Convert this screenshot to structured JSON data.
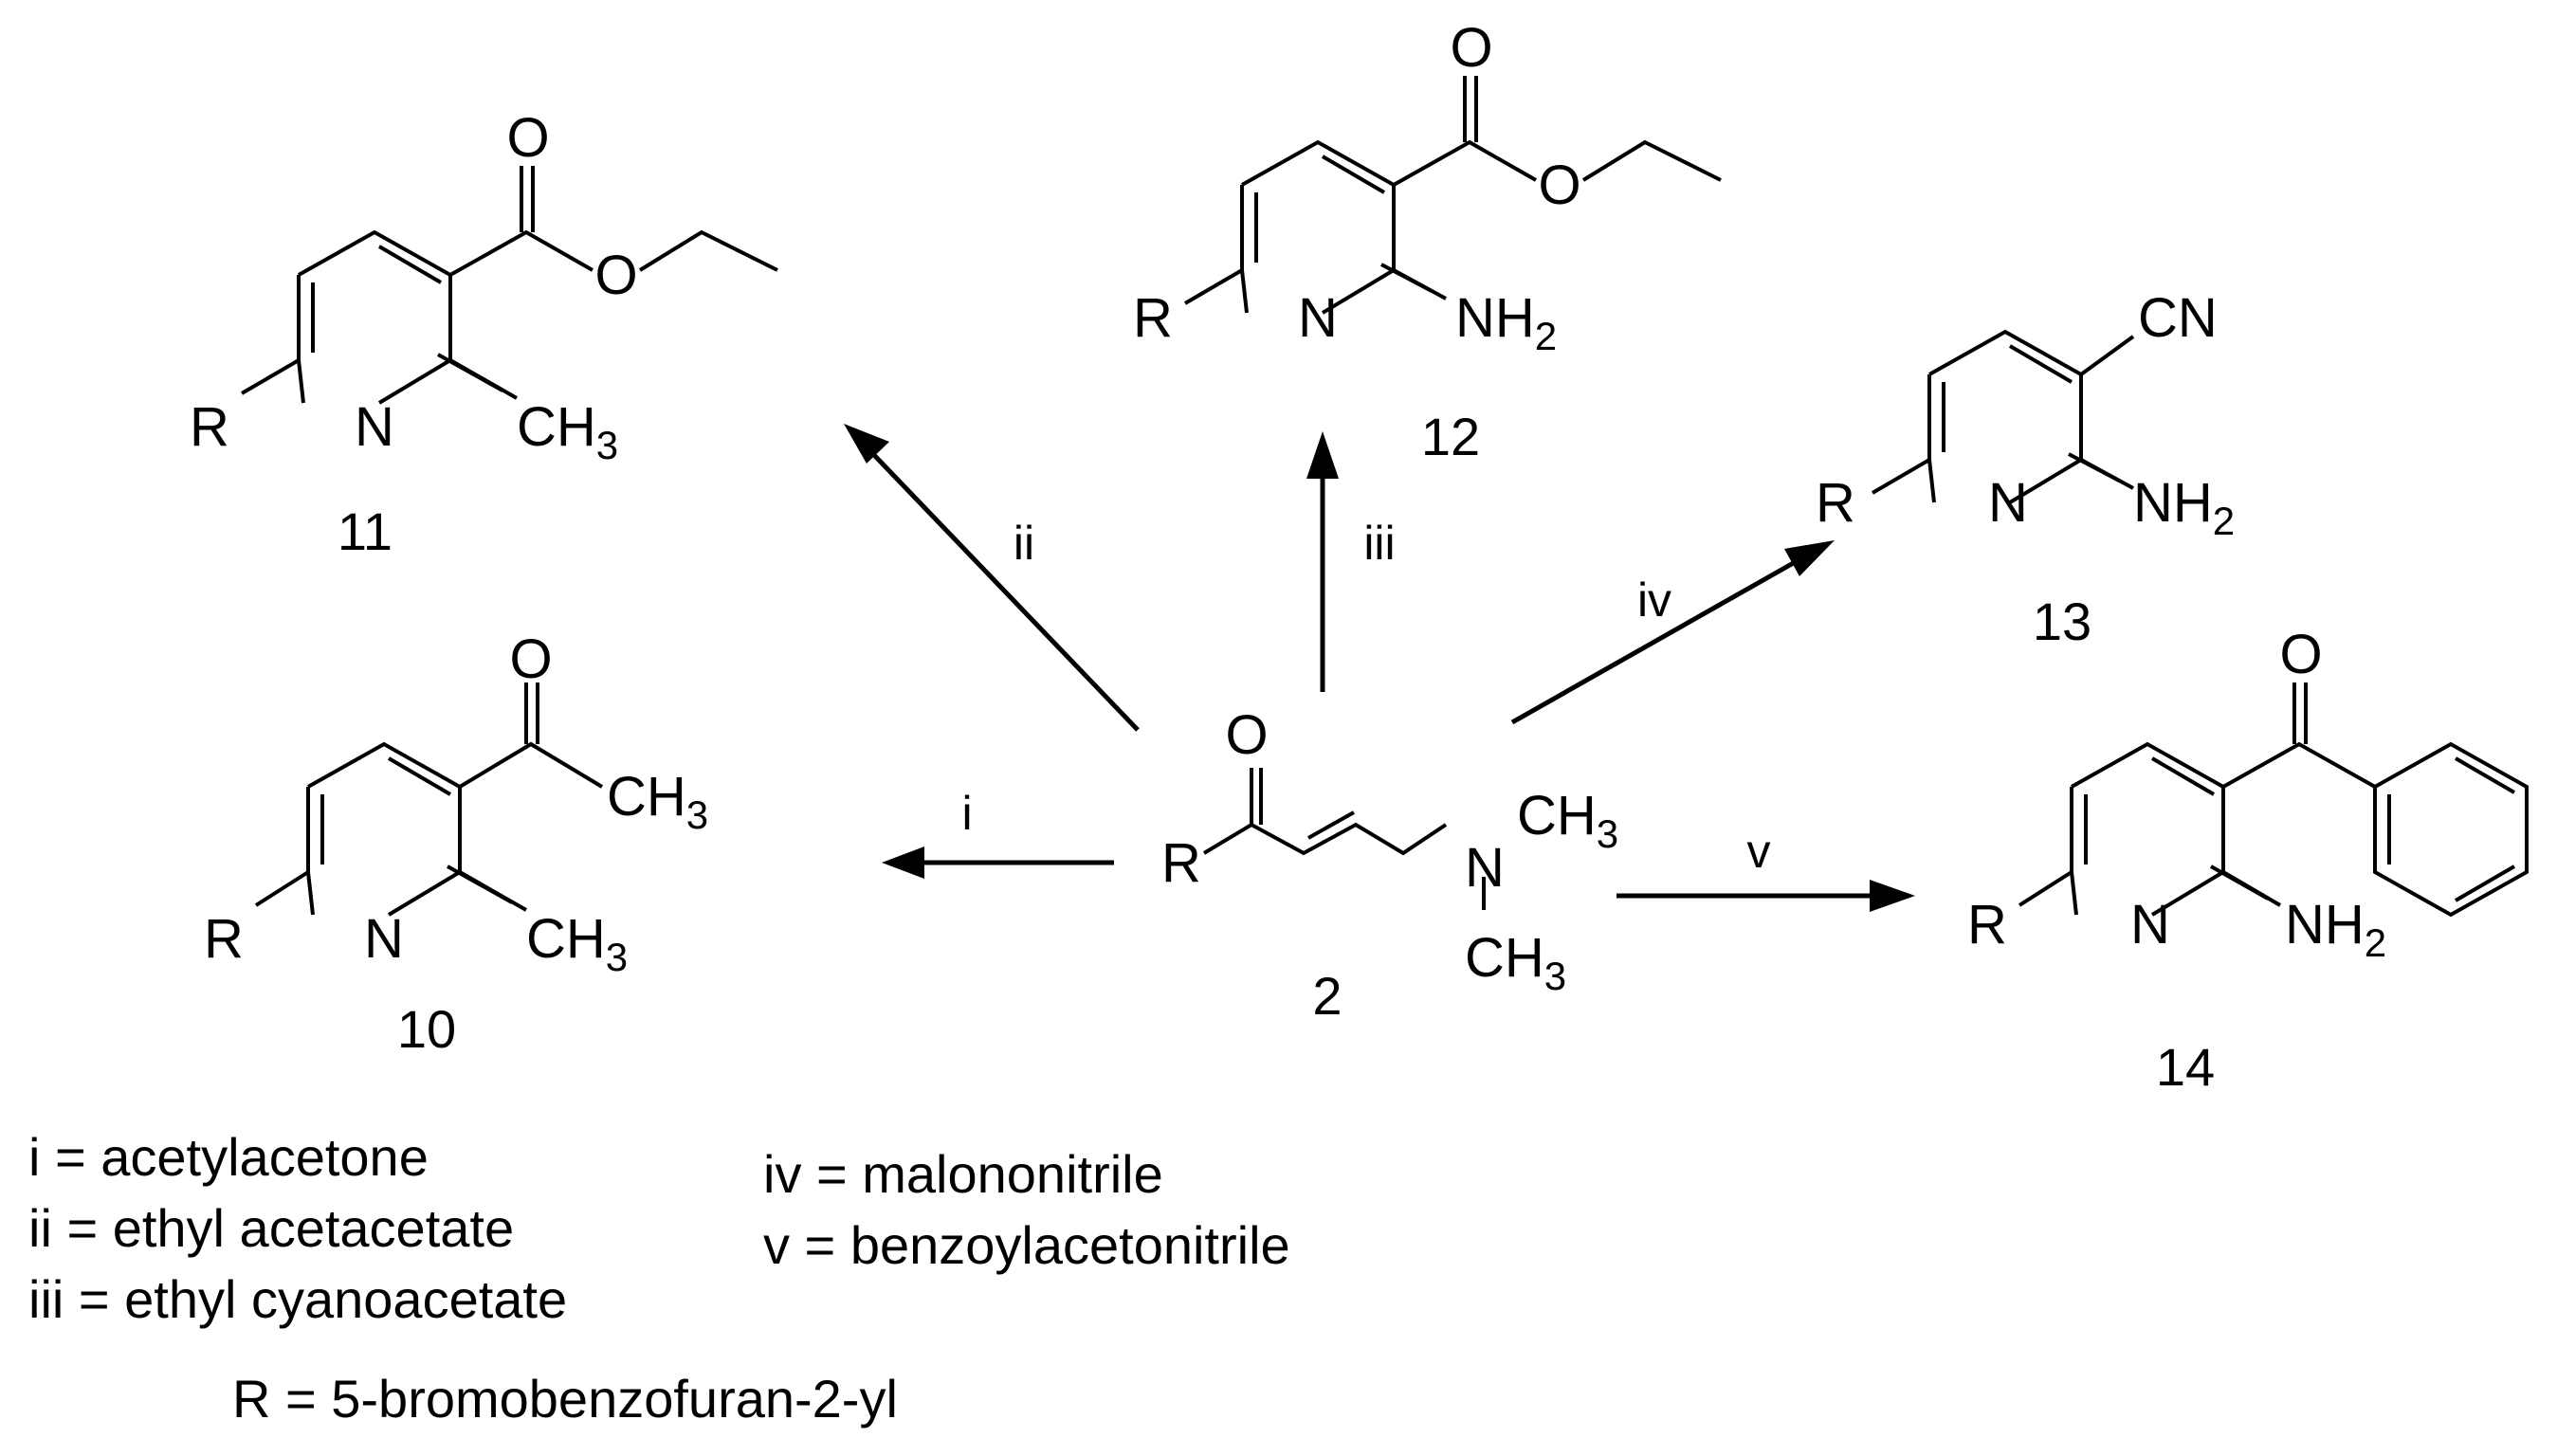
{
  "compounds": {
    "c2": {
      "label": "2",
      "R": "R",
      "O": "O",
      "N": "N",
      "CH": "CH",
      "sub3": "3"
    },
    "c10": {
      "label": "10",
      "R": "R",
      "N": "N",
      "O": "O",
      "CH": "CH",
      "sub3": "3"
    },
    "c11": {
      "label": "11",
      "R": "R",
      "N": "N",
      "O": "O",
      "CH": "CH",
      "sub3": "3"
    },
    "c12": {
      "label": "12",
      "R": "R",
      "N": "N",
      "O": "O",
      "NH": "NH",
      "sub2": "2"
    },
    "c13": {
      "label": "13",
      "R": "R",
      "N": "N",
      "CN": "CN",
      "NH": "NH",
      "sub2": "2"
    },
    "c14": {
      "label": "14",
      "R": "R",
      "N": "N",
      "O": "O",
      "NH": "NH",
      "sub2": "2"
    }
  },
  "reagent_labels": {
    "i": "i",
    "ii": "ii",
    "iii": "iii",
    "iv": "iv",
    "v": "v"
  },
  "legend": {
    "i": "i = acetylacetone",
    "ii": "ii = ethyl acetacetate",
    "iii": "iii = ethyl cyanoacetate",
    "iv": "iv = malononitrile",
    "v": "v = benzoylacetonitrile",
    "R": "R = 5-bromobenzofuran-2-yl"
  }
}
